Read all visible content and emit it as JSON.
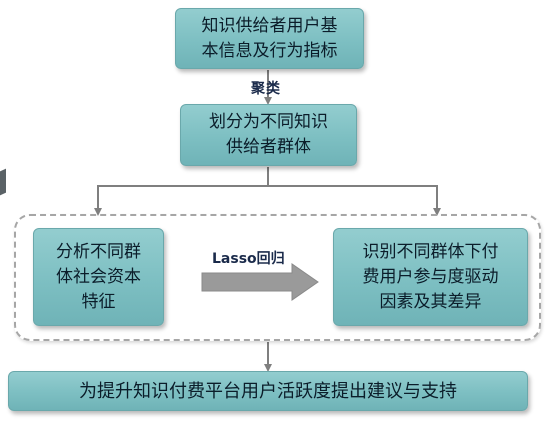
{
  "nodes": {
    "top": {
      "lines": [
        "知识供给者用户基",
        "本信息及行为指标"
      ]
    },
    "segment": {
      "lines": [
        "划分为不同知识",
        "供给者群体"
      ]
    },
    "analyze": {
      "lines": [
        "分析不同群",
        "体社会资本",
        "特征"
      ]
    },
    "identify": {
      "lines": [
        "识别不同群体下付",
        "费用户参与度驱动",
        "因素及其差异"
      ]
    },
    "bottom": {
      "text": "为提升知识付费平台用户活跃度提出建议与支持"
    }
  },
  "edges": {
    "cluster_label": "聚类",
    "lasso_label": "Lasso回归"
  },
  "colors": {
    "node_fill": "#7dbfc2",
    "arrow_fill": "#9a9a9a",
    "dashed_border": "#a6a6a6"
  }
}
